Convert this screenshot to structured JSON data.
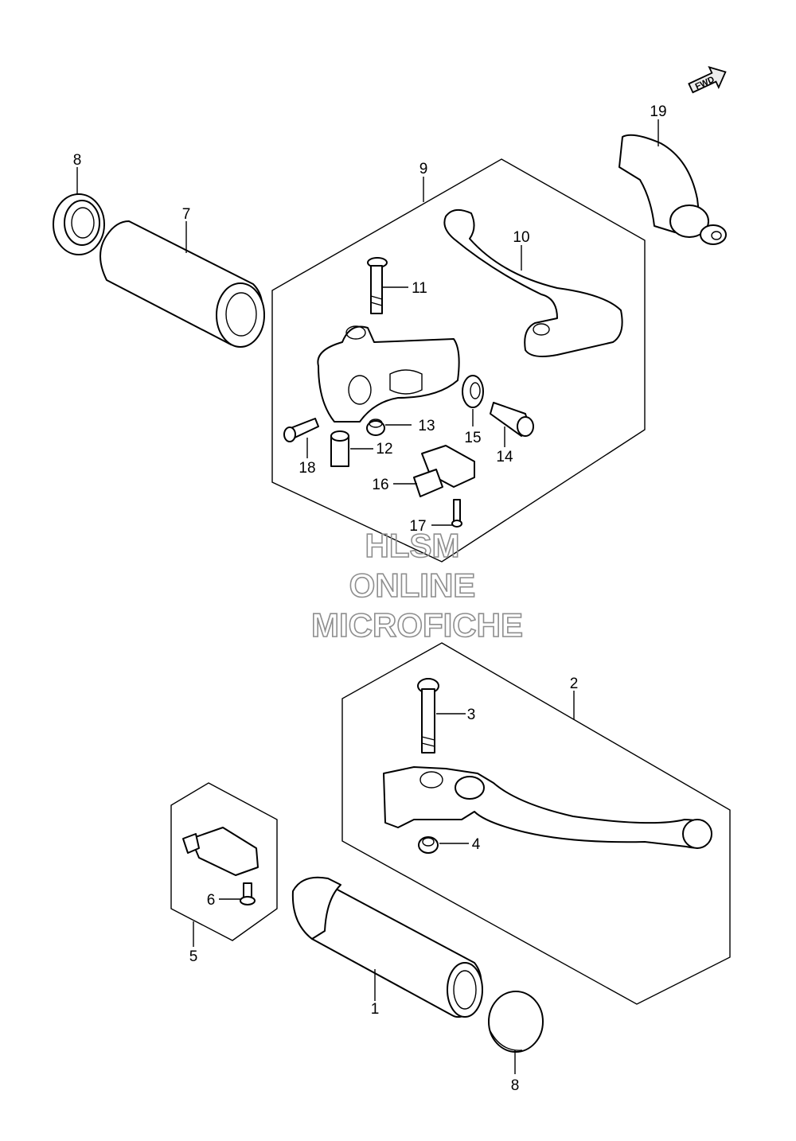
{
  "diagram": {
    "callouts": [
      {
        "key": "c1",
        "label": "1"
      },
      {
        "key": "c2",
        "label": "2"
      },
      {
        "key": "c3",
        "label": "3"
      },
      {
        "key": "c4",
        "label": "4"
      },
      {
        "key": "c5",
        "label": "5"
      },
      {
        "key": "c6",
        "label": "6"
      },
      {
        "key": "c7",
        "label": "7"
      },
      {
        "key": "c8a",
        "label": "8"
      },
      {
        "key": "c8b",
        "label": "8"
      },
      {
        "key": "c9",
        "label": "9"
      },
      {
        "key": "c10",
        "label": "10"
      },
      {
        "key": "c11",
        "label": "11"
      },
      {
        "key": "c12",
        "label": "12"
      },
      {
        "key": "c13",
        "label": "13"
      },
      {
        "key": "c14",
        "label": "14"
      },
      {
        "key": "c15",
        "label": "15"
      },
      {
        "key": "c16",
        "label": "16"
      },
      {
        "key": "c17",
        "label": "17"
      },
      {
        "key": "c18",
        "label": "18"
      },
      {
        "key": "c19",
        "label": "19"
      }
    ],
    "direction_arrow": {
      "label": "FWD",
      "icon": "fwd-arrow-icon"
    }
  },
  "watermark": {
    "line1": "HLSM",
    "line2": "ONLINE",
    "line3": "MICROFICHE",
    "color": "#8e8e8e"
  }
}
